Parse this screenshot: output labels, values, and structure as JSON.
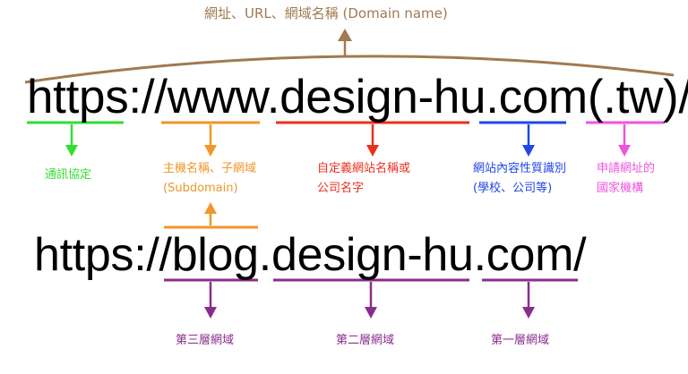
{
  "title": "網址、URL、網域名稱 (Domain name)",
  "url_full": {
    "parts": [
      "https://",
      "www.",
      "design-hu.",
      "com",
      "(.tw)",
      "/"
    ]
  },
  "url_sub": {
    "parts": [
      "https://",
      "blog.",
      "design-hu.",
      "com/"
    ]
  },
  "labels": {
    "protocol": "通訊協定",
    "host_line1": "主機名稱、子網域",
    "host_line2": "(Subdomain)",
    "custom_line1": "自定義網站名稱或",
    "custom_line2": "公司名字",
    "type_line1": "網站內容性質識別",
    "type_line2": "(學校、公司等)",
    "country_line1": "申請網址的",
    "country_line2": "國家機構",
    "level3": "第三層網域",
    "level2": "第二層網域",
    "level1": "第一層網域"
  },
  "colors": {
    "brown": "#a07a50",
    "green": "#33dd33",
    "orange": "#f0962a",
    "red": "#e8301c",
    "blue": "#1f46e6",
    "pink": "#ee55dd",
    "purple": "#8a2c8e"
  }
}
